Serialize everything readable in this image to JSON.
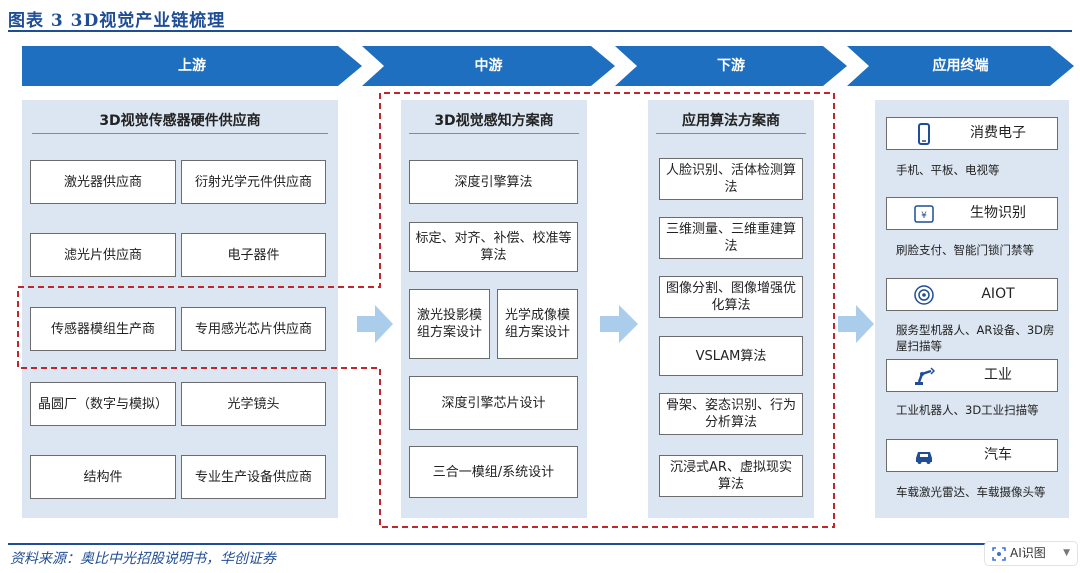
{
  "header": {
    "title": "图表 3   3D视觉产业链梳理"
  },
  "stages": [
    "上游",
    "中游",
    "下游",
    "应用终端"
  ],
  "upstream": {
    "title": "3D视觉传感器硬件供应商",
    "items": [
      "激光器供应商",
      "衍射光学元件供应商",
      "滤光片供应商",
      "电子器件",
      "传感器模组生产商",
      "专用感光芯片供应商",
      "晶圆厂（数字与模拟）",
      "光学镜头",
      "结构件",
      "专业生产设备供应商"
    ]
  },
  "midstream": {
    "title": "3D视觉感知方案商",
    "items": [
      "深度引擎算法",
      "标定、对齐、补偿、校准等算法",
      "激光投影模组方案设计",
      "光学成像模组方案设计",
      "深度引擎芯片设计",
      "三合一模组/系统设计"
    ]
  },
  "downstream": {
    "title": "应用算法方案商",
    "items": [
      "人脸识别、活体检测算法",
      "三维测量、三维重建算法",
      "图像分割、图像增强优化算法",
      "VSLAM算法",
      "骨架、姿态识别、行为分析算法",
      "沉浸式AR、虚拟现实算法"
    ]
  },
  "applications": [
    {
      "label": "消费电子",
      "icon": "phone-icon",
      "desc": "手机、平板、电视等"
    },
    {
      "label": "生物识别",
      "icon": "biometric-card-icon",
      "desc": "刷脸支付、智能门锁门禁等"
    },
    {
      "label": "AIOT",
      "icon": "iot-device-icon",
      "desc": "服务型机器人、AR设备、3D房屋扫描等"
    },
    {
      "label": "工业",
      "icon": "robot-arm-icon",
      "desc": "工业机器人、3D工业扫描等"
    },
    {
      "label": "汽车",
      "icon": "car-icon",
      "desc": "车载激光雷达、车载摄像头等"
    }
  ],
  "footer": {
    "source": "资料来源：奥比中光招股说明书，华创证券"
  },
  "ai_button": {
    "label": "AI识图"
  },
  "colors": {
    "stage_blue": "#1f6fc0",
    "panel_bg": "#dce6f2",
    "dash_red": "#c0272d",
    "arrow_light": "#a9cdeb",
    "title_blue": "#1f4e96"
  }
}
